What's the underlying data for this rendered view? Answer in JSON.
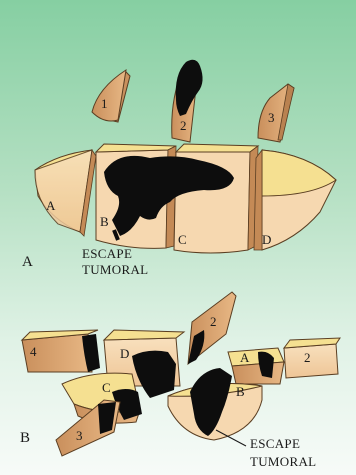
{
  "figure": {
    "panel_a": {
      "label": "A",
      "caption_line1": "ESCAPE",
      "caption_line2": "TUMORAL",
      "top_pieces": [
        "1",
        "2",
        "3"
      ],
      "main_pieces": [
        "A",
        "B",
        "C",
        "D"
      ]
    },
    "panel_b": {
      "label": "B",
      "caption_line1": "ESCAPE",
      "caption_line2": "TUMORAL",
      "pieces": [
        "4",
        "D",
        "2",
        "A",
        "2",
        "C",
        "B",
        "3"
      ]
    }
  },
  "colors": {
    "background_top": "#86cfa2",
    "background_bottom": "#f7fbf8",
    "tissue_cut_surface": "#f5e091",
    "tissue_side": "#d9a36e",
    "tissue_outer": "#f6d8b0",
    "tumor": "#0d0d0d",
    "outline": "#5a3e22"
  }
}
